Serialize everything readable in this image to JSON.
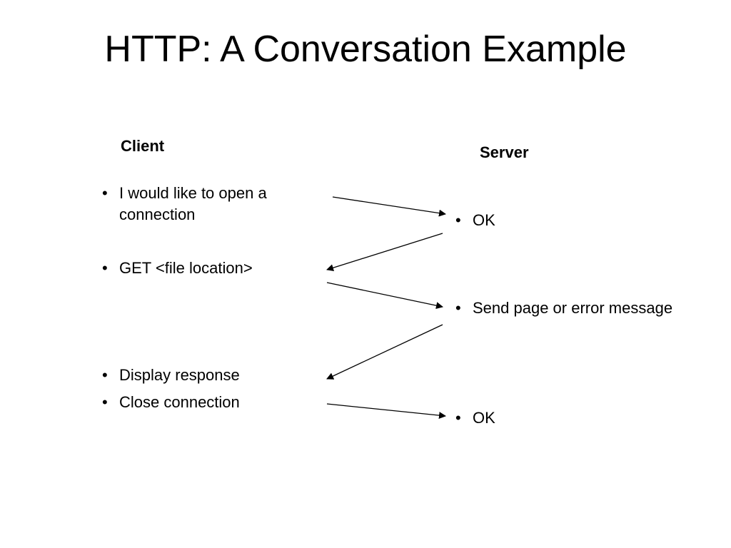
{
  "slide": {
    "title": "HTTP: A Conversation Example",
    "client": {
      "heading": "Client",
      "items": [
        "I would like to open a connection",
        "GET <file location>",
        "Display response",
        "Close connection"
      ]
    },
    "server": {
      "heading": "Server",
      "items": [
        "OK",
        "Send page or error message",
        "OK"
      ]
    },
    "bullet_char": "•"
  }
}
